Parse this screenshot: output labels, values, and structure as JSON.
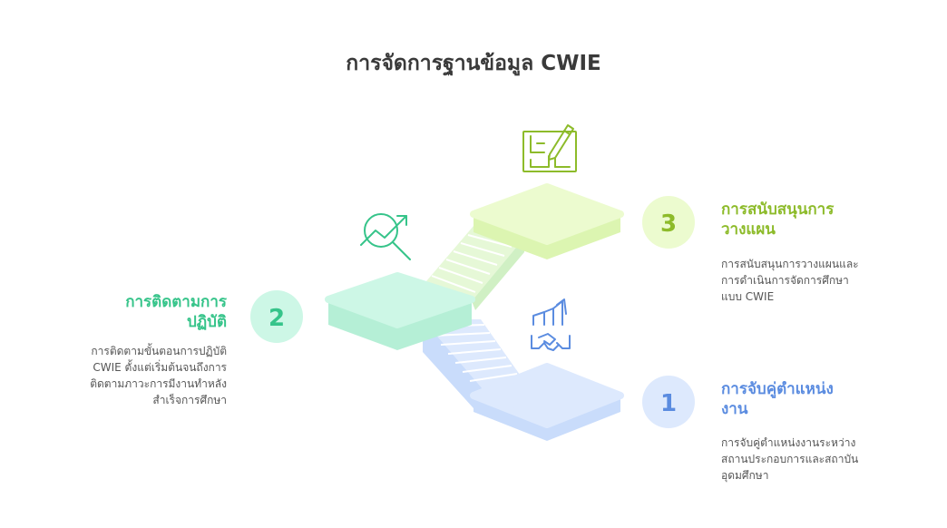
{
  "title": "การจัดการฐานข้อมูล CWIE",
  "colors": {
    "step1": "#5b8ce0",
    "step1_light": "#dde9fd",
    "step2": "#36c48a",
    "step2_light": "#cdf7e6",
    "step3": "#8dbb2a",
    "step3_light": "#ecfbcf"
  },
  "steps": [
    {
      "number": "1",
      "title_line1": "การจับคู่ตำแหน่ง",
      "title_line2": "งาน",
      "desc_lines": [
        "การจับคู่ตำแหน่งงานระหว่าง",
        "สถานประกอบการและสถาบัน",
        "อุดมศึกษา"
      ],
      "icon": "handshake-icon"
    },
    {
      "number": "2",
      "title_line1": "การติดตามการ",
      "title_line2": "ปฏิบัติ",
      "desc_lines": [
        "การติดตามขั้นตอนการปฏิบัติ",
        "CWIE ตั้งแต่เริ่มต้นจนถึงการ",
        "ติดตามภาวะการมีงานทำหลัง",
        "สำเร็จการศึกษา"
      ],
      "icon": "trend-magnifier-icon"
    },
    {
      "number": "3",
      "title_line1": "การสนับสนุนการ",
      "title_line2": "วางแผน",
      "desc_lines": [
        "การสนับสนุนการวางแผนและ",
        "การดำเนินการจัดการศึกษา",
        "แบบ CWIE"
      ],
      "icon": "blueprint-pencil-icon"
    }
  ]
}
